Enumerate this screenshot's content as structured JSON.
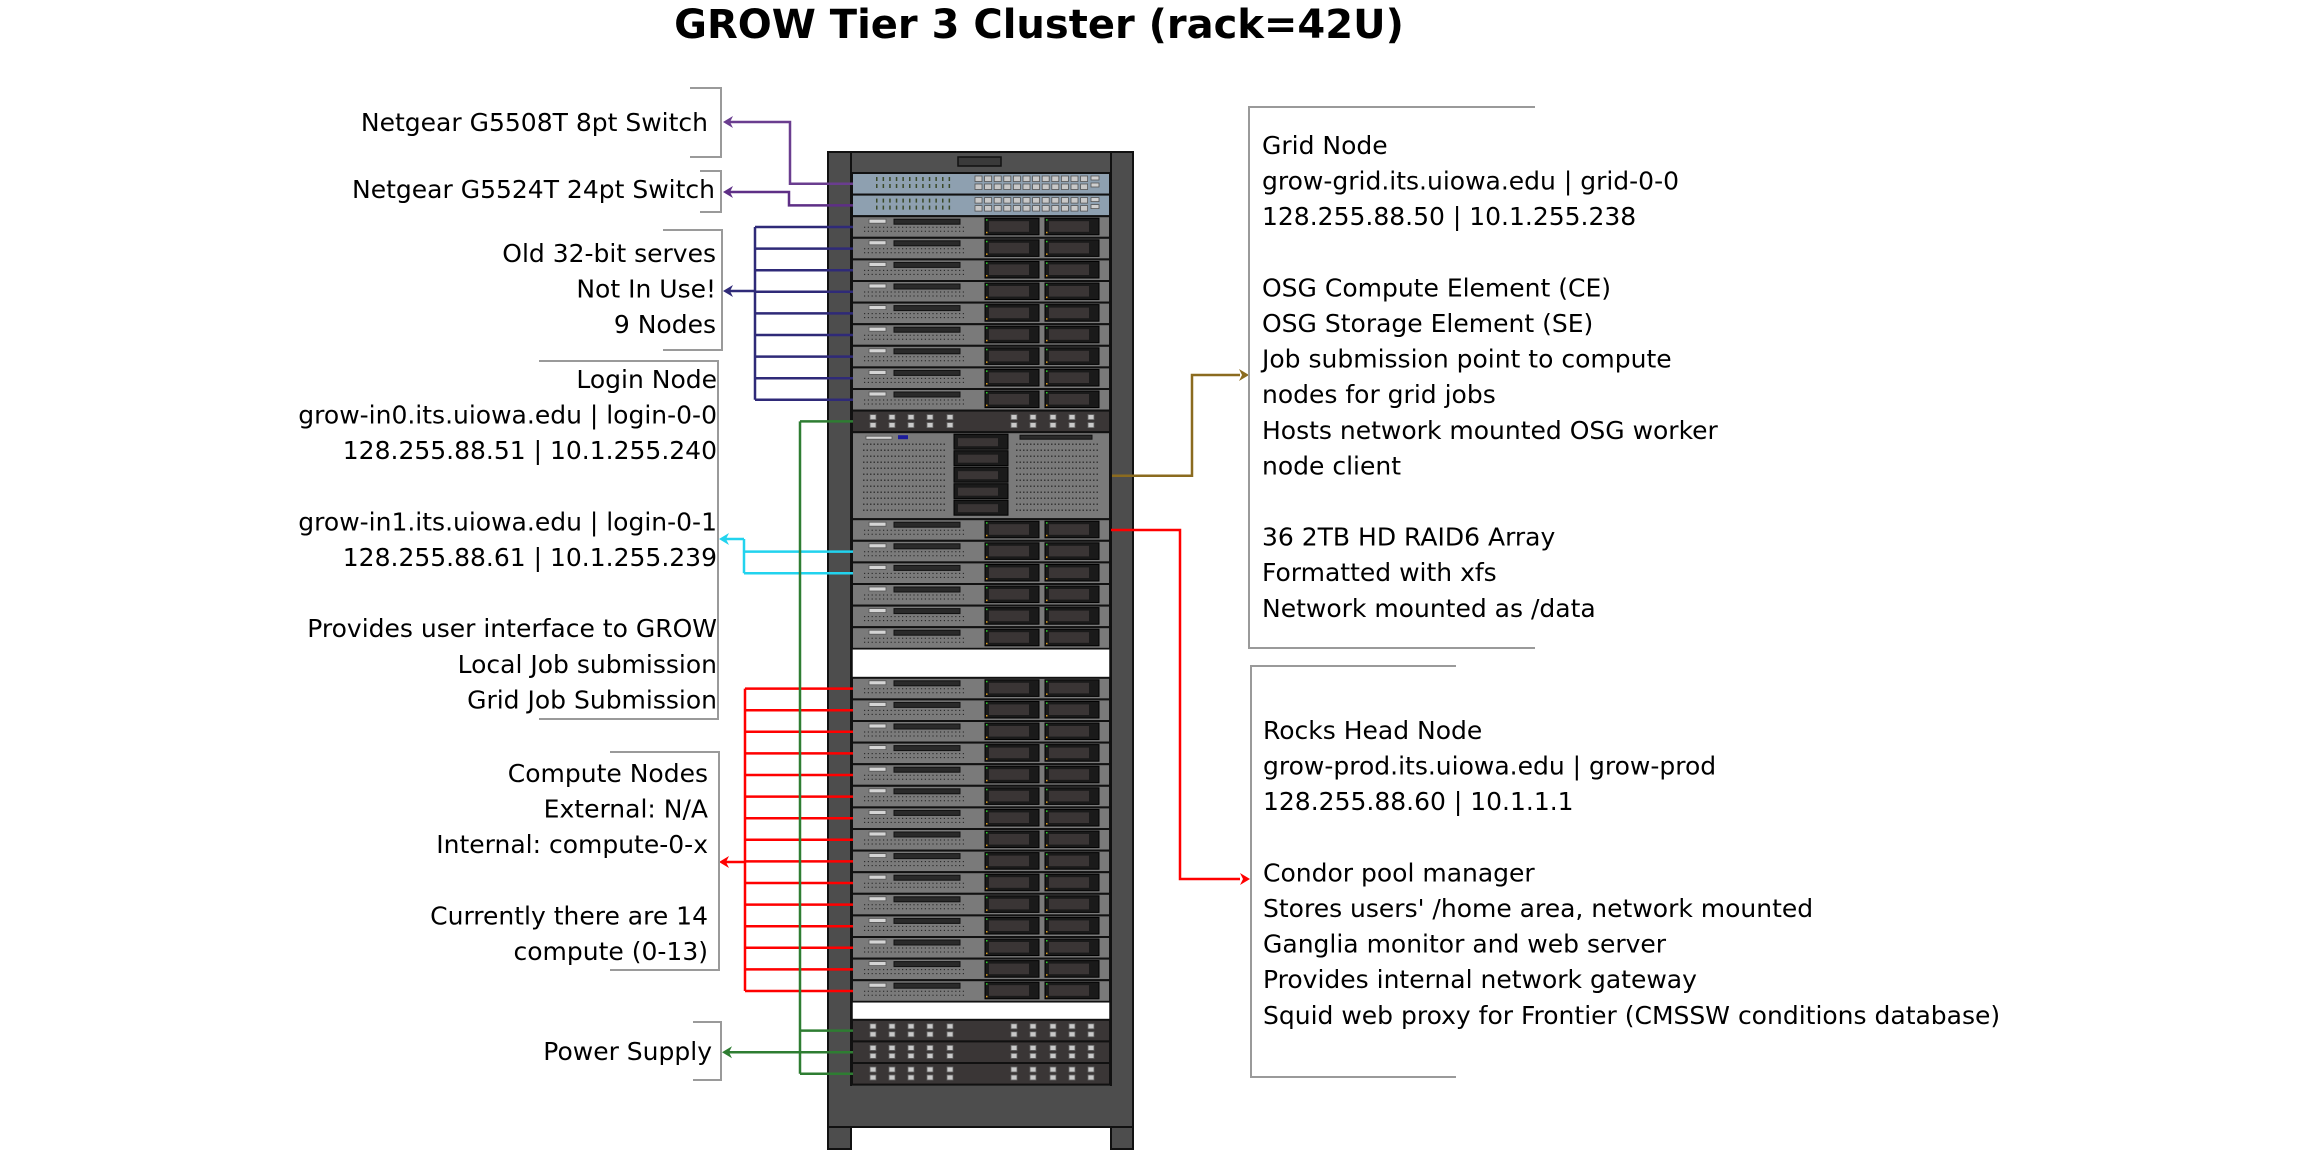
{
  "title": "GROW Tier 3 Cluster (rack=42U)",
  "colors": {
    "switch_cable_1": "#6a3d8f",
    "switch_cable_2": "#5e2f86",
    "old_servers_cable": "#2f2a78",
    "login_cable": "#22d3ee",
    "compute_cable": "#ff0000",
    "power_cable": "#2e7d32",
    "grid_cable": "#8b6b1f",
    "head_cable": "#ff0000",
    "rack_frame": "#4d4d4d",
    "switch_face": "#8ea0b0",
    "server_face": "#7a7a7a",
    "psu_face": "#3a3636",
    "drive_bay": "#1a1a1a"
  },
  "left_labels": [
    {
      "id": "switch-8pt",
      "lines": [
        "Netgear G5508T 8pt Switch"
      ]
    },
    {
      "id": "switch-24pt",
      "lines": [
        "Netgear G5524T 24pt Switch"
      ]
    },
    {
      "id": "old-servers",
      "lines": [
        "Old 32-bit serves",
        "Not In Use!",
        "9 Nodes"
      ]
    },
    {
      "id": "login-node",
      "lines": [
        "Login Node",
        "grow-in0.its.uiowa.edu  |  login-0-0",
        "128.255.88.51  |  10.1.255.240",
        "",
        "grow-in1.its.uiowa.edu  |  login-0-1",
        "128.255.88.61  |  10.1.255.239",
        "",
        "Provides user interface to GROW",
        "Local Job submission",
        "Grid Job Submission"
      ]
    },
    {
      "id": "compute-nodes",
      "lines": [
        "Compute Nodes",
        "External: N/A",
        "Internal: compute-0-x",
        "",
        "Currently there are 14",
        "compute (0-13)"
      ]
    },
    {
      "id": "power-supply",
      "lines": [
        "Power Supply"
      ]
    }
  ],
  "right_labels": [
    {
      "id": "grid-node",
      "lines": [
        "Grid Node",
        "grow-grid.its.uiowa.edu  |  grid-0-0",
        "128.255.88.50  |  10.1.255.238",
        "",
        "OSG Compute Element (CE)",
        "OSG Storage Element (SE)",
        "Job submission point to compute",
        "     nodes for grid jobs",
        "Hosts network mounted OSG worker",
        "     node client",
        "",
        "36 2TB HD RAID6 Array",
        "Formatted with xfs",
        "Network mounted as /data"
      ]
    },
    {
      "id": "head-node",
      "lines": [
        "Rocks Head Node",
        "grow-prod.its.uiowa.edu  |  grow-prod",
        "128.255.88.60  |  10.1.1.1",
        "",
        "Condor pool manager",
        "Stores users' /home area, network mounted",
        "Ganglia monitor and web server",
        "Provides internal network gateway",
        "Squid web proxy for Frontier (CMSSW conditions database)"
      ]
    }
  ],
  "rack": {
    "units": [
      {
        "type": "switch",
        "role": "switch-8pt"
      },
      {
        "type": "switch",
        "role": "switch-24pt"
      },
      {
        "type": "server",
        "role": "old-server",
        "count": 9
      },
      {
        "type": "psu",
        "role": "power"
      },
      {
        "type": "storage",
        "role": "grid-node"
      },
      {
        "type": "server",
        "role": "head-node"
      },
      {
        "type": "server",
        "role": "login-node",
        "count": 2
      },
      {
        "type": "server",
        "role": "other",
        "count": 3
      },
      {
        "type": "blank"
      },
      {
        "type": "server",
        "role": "compute",
        "count": 15
      },
      {
        "type": "blank"
      },
      {
        "type": "psu",
        "role": "power",
        "count": 3
      }
    ]
  }
}
